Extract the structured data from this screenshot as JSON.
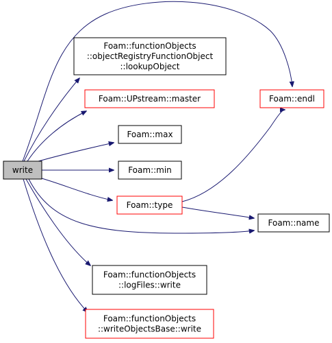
{
  "colors": {
    "edge": "#191970",
    "root_fill": "#bfbfbf",
    "node_fill": "#ffffff",
    "border_black": "#000000",
    "border_red": "#ff0000"
  },
  "nodes": [
    {
      "id": "write_root",
      "lines": [
        "write"
      ],
      "border": "black",
      "root": true
    },
    {
      "id": "lookupObject",
      "lines": [
        "Foam::functionObjects",
        "::objectRegistryFunctionObject",
        "::lookupObject"
      ],
      "border": "black"
    },
    {
      "id": "master",
      "lines": [
        "Foam::UPstream::master"
      ],
      "border": "red"
    },
    {
      "id": "max",
      "lines": [
        "Foam::max"
      ],
      "border": "black"
    },
    {
      "id": "min",
      "lines": [
        "Foam::min"
      ],
      "border": "black"
    },
    {
      "id": "type",
      "lines": [
        "Foam::type"
      ],
      "border": "red"
    },
    {
      "id": "logFiles_write",
      "lines": [
        "Foam::functionObjects",
        "::logFiles::write"
      ],
      "border": "black"
    },
    {
      "id": "writeObjectsBase_write",
      "lines": [
        "Foam::functionObjects",
        "::writeObjectsBase::write"
      ],
      "border": "red"
    },
    {
      "id": "endl",
      "lines": [
        "Foam::endl"
      ],
      "border": "red"
    },
    {
      "id": "name",
      "lines": [
        "Foam::name"
      ],
      "border": "black"
    }
  ],
  "edges": [
    {
      "from": "write_root",
      "to": "endl"
    },
    {
      "from": "write_root",
      "to": "lookupObject"
    },
    {
      "from": "write_root",
      "to": "master"
    },
    {
      "from": "write_root",
      "to": "max"
    },
    {
      "from": "write_root",
      "to": "min"
    },
    {
      "from": "write_root",
      "to": "type"
    },
    {
      "from": "write_root",
      "to": "name"
    },
    {
      "from": "write_root",
      "to": "logFiles_write"
    },
    {
      "from": "write_root",
      "to": "writeObjectsBase_write"
    },
    {
      "from": "type",
      "to": "endl"
    },
    {
      "from": "type",
      "to": "name"
    }
  ]
}
